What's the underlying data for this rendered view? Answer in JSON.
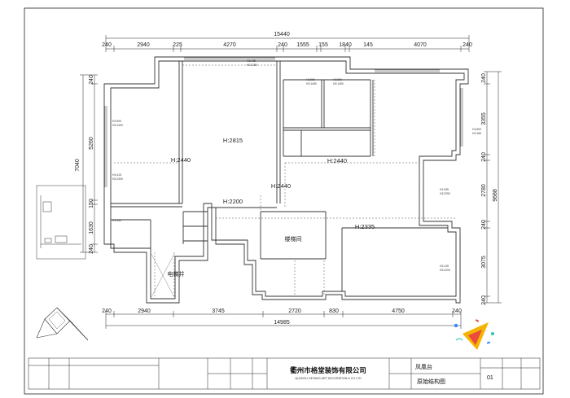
{
  "drawing": {
    "top_total": "15440",
    "top_dims": [
      "240",
      "2940",
      "225",
      "4270",
      "240",
      "1555",
      "155",
      "1840",
      "145",
      "4070",
      "240"
    ],
    "bottom_total": "14985",
    "bottom_dims": [
      "240",
      "2940",
      "3745",
      "2720",
      "830",
      "4750",
      "240"
    ],
    "left_total": "7040",
    "left_dims": [
      "240",
      "5260",
      "150",
      "1630",
      "240"
    ],
    "right_total": "9688",
    "right_dims": [
      "240",
      "3355",
      "240",
      "2780",
      "240",
      "3075",
      "240"
    ],
    "rooms": {
      "h1": "H:2440",
      "h2": "H:2815",
      "h3": "H:2440",
      "h4": "H:2440",
      "h5": "H:2200",
      "h6": "H:2335",
      "stair": "楼梯间",
      "elevator": "电梯井"
    },
    "small_notes": {
      "w1a": "H1:900",
      "w1b": "H2:1400",
      "w2a": "H1:415",
      "w2b": "H2:2300",
      "w3a": "H1:415",
      "w3b": "H2:2180",
      "w4a": "H1:960",
      "w4b": "H2:1450",
      "w5a": "H1:960",
      "w5b": "H2:1450",
      "w6a": "H1:600",
      "w6b": "H2:165",
      "w7a": "H1:335",
      "w7b": "H2:2290",
      "w8a": "H1:415",
      "w8b": "H2:2200",
      "w9": "H1:930"
    }
  },
  "title_block": {
    "company_cn": "衢州市格堂装饰有限公司",
    "company_en": "QUZHOU GETANG ART DECORATION & CO LTD",
    "project": "凤凰台",
    "drawing_name": "原始结构图",
    "sheet_no": "01"
  },
  "colors": {
    "line": "#222222",
    "wall": "#333333",
    "confetti": [
      "#f5b400",
      "#e94b3c",
      "#3a86ff",
      "#2ec4b6"
    ]
  }
}
